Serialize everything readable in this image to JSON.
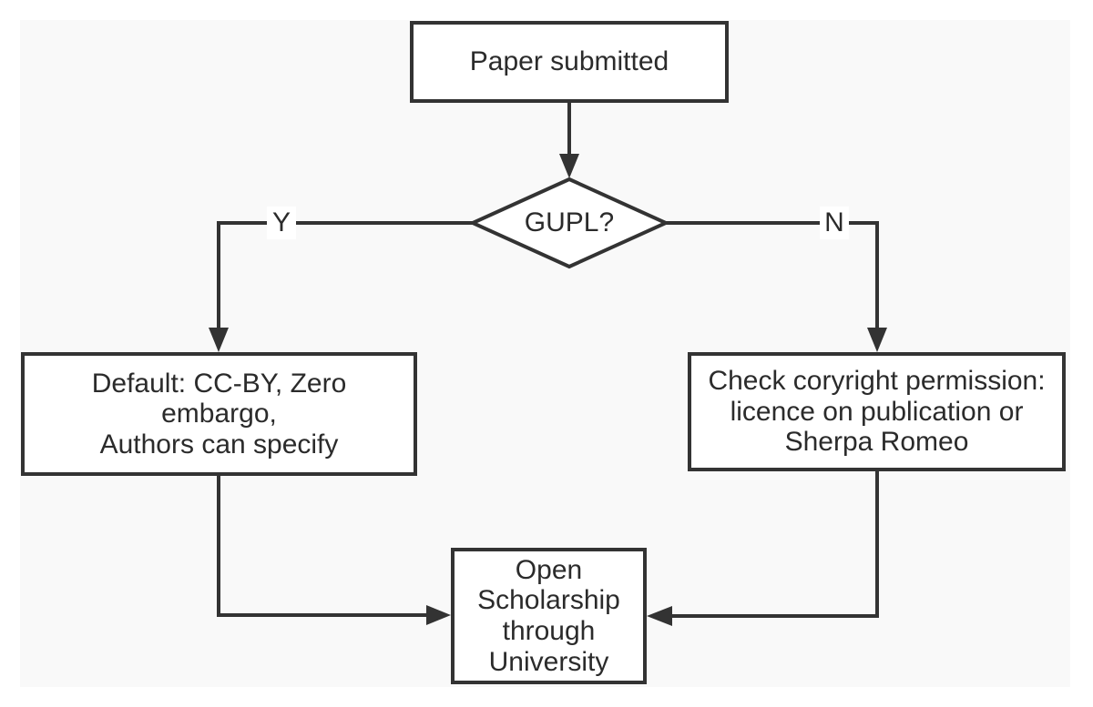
{
  "colors": {
    "stroke": "#333333",
    "text": "#2b2b2b",
    "node_fill": "#ffffff",
    "canvas_fill": "#f9f9f9",
    "page_bg": "#ffffff",
    "label_bg": "#ffffff"
  },
  "flowchart": {
    "nodes": {
      "paper_submitted": {
        "label": "Paper submitted"
      },
      "gupl_decision": {
        "label": "GUPL?"
      },
      "default_policy": {
        "lines": [
          "Default: CC-BY, Zero",
          "embargo,",
          "Authors can specify"
        ]
      },
      "check_copyright": {
        "lines": [
          "Check coryright permission:",
          "licence on publication or",
          "Sherpa Romeo"
        ]
      },
      "open_scholarship": {
        "lines": [
          "Open",
          "Scholarship",
          "through",
          "University"
        ]
      }
    },
    "edge_labels": {
      "yes": "Y",
      "no": "N"
    }
  }
}
